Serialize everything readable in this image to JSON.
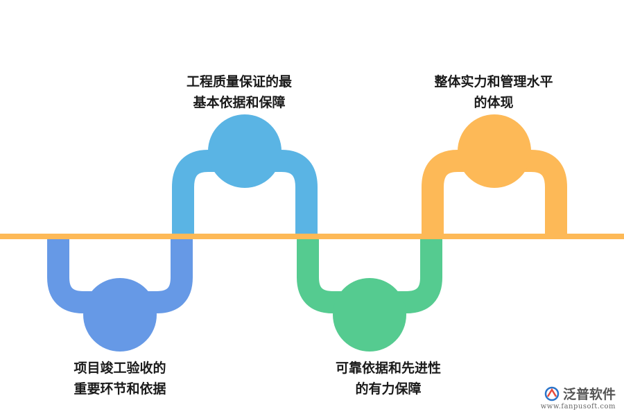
{
  "diagram": {
    "items": [
      {
        "text_line1": "项目竣工验收的",
        "text_line2": "重要环节和依据",
        "color": "#6699e6"
      },
      {
        "text_line1": "工程质量保证的最",
        "text_line2": "基本依据和保障",
        "color": "#5ab4e4"
      },
      {
        "text_line1": "可靠依据和先进性",
        "text_line2": "的有力保障",
        "color": "#55cb90"
      },
      {
        "text_line1": "整体实力和管理水平",
        "text_line2": "的体现",
        "color": "#fdb957"
      }
    ],
    "axis_color": "#fdb957"
  },
  "watermark": {
    "brand": "泛普软件",
    "url": "www.fanpusoft.com",
    "icon": "fanpu-logo-icon"
  }
}
